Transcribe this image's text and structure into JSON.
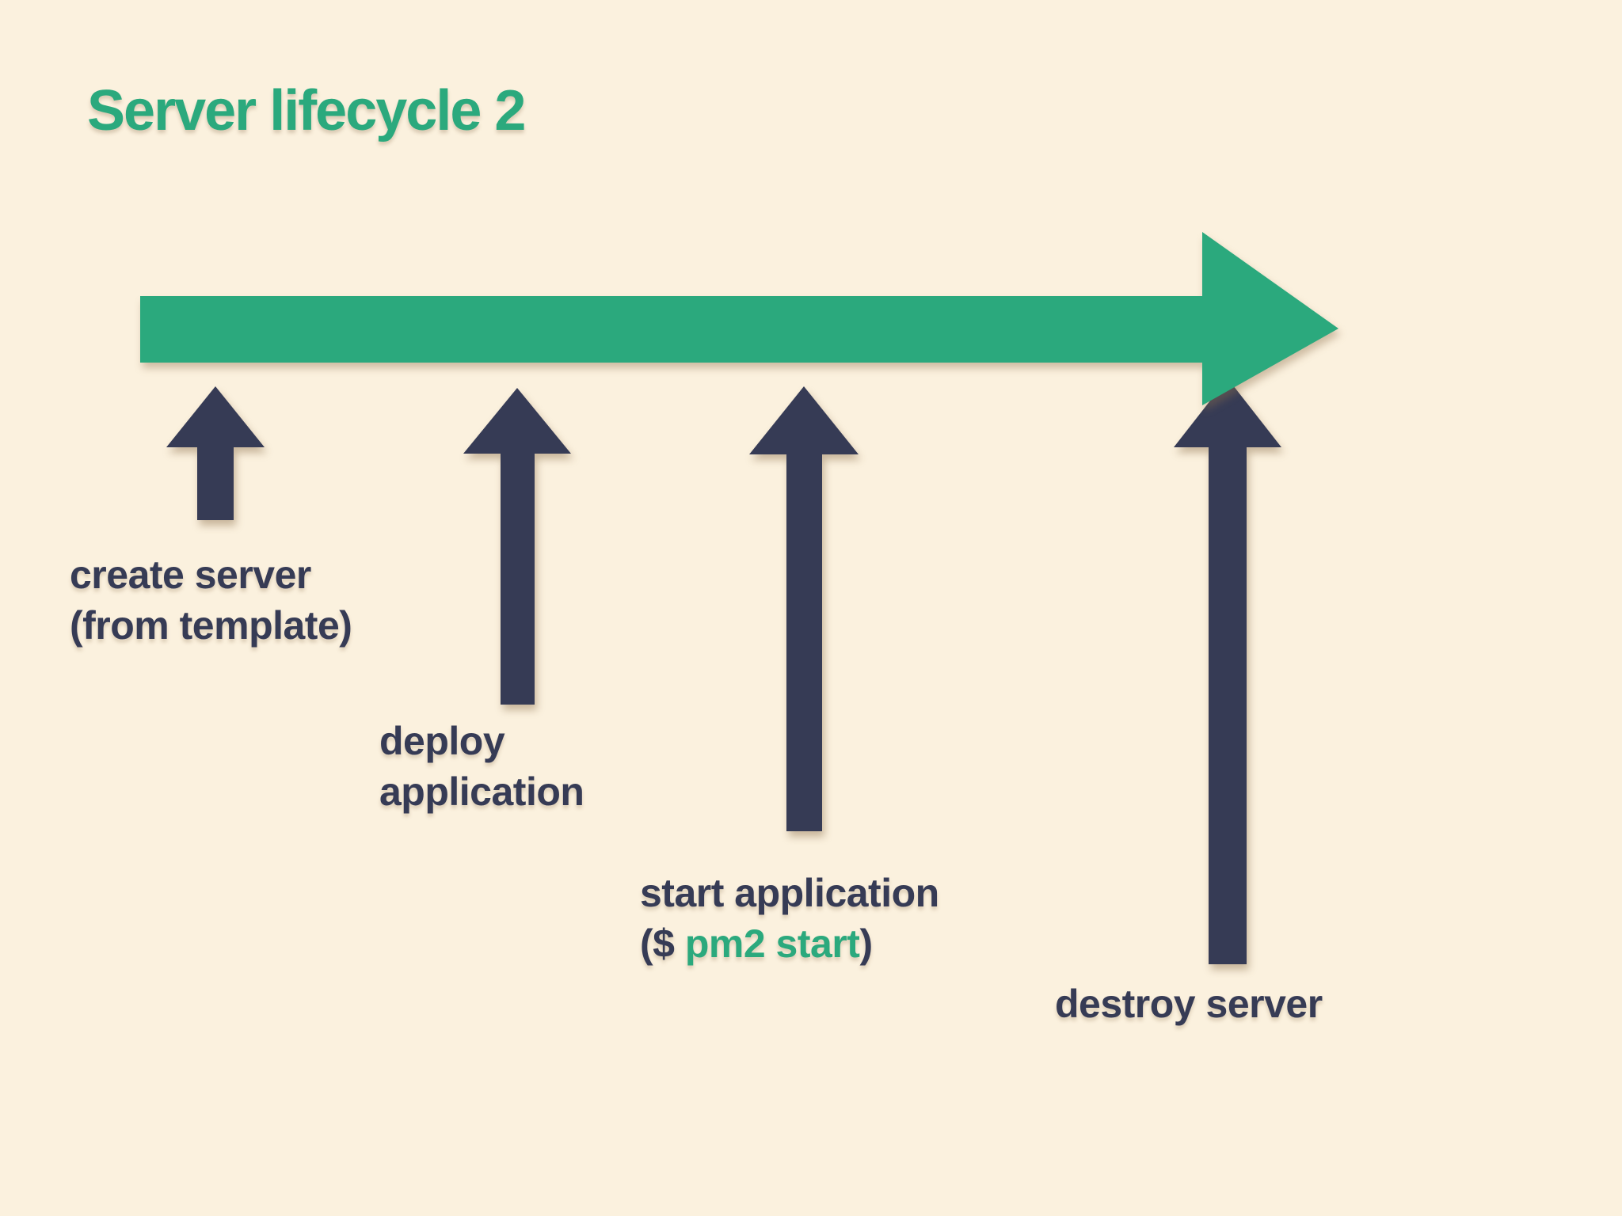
{
  "slide": {
    "title": "Server lifecycle 2"
  },
  "colors": {
    "background": "#FBF1DE",
    "green": "#2BA97D",
    "navy": "#363B55"
  },
  "timeline": {
    "description": "green horizontal arrow pointing right, spanning the server lifetime"
  },
  "steps": [
    {
      "line1": "create server",
      "line2": "(from template)"
    },
    {
      "line1": "deploy",
      "line2": "application"
    },
    {
      "line1": "start application",
      "line2_prefix": "($ ",
      "line2_code": "pm2 start",
      "line2_suffix": ")"
    },
    {
      "line1": "destroy server"
    }
  ]
}
